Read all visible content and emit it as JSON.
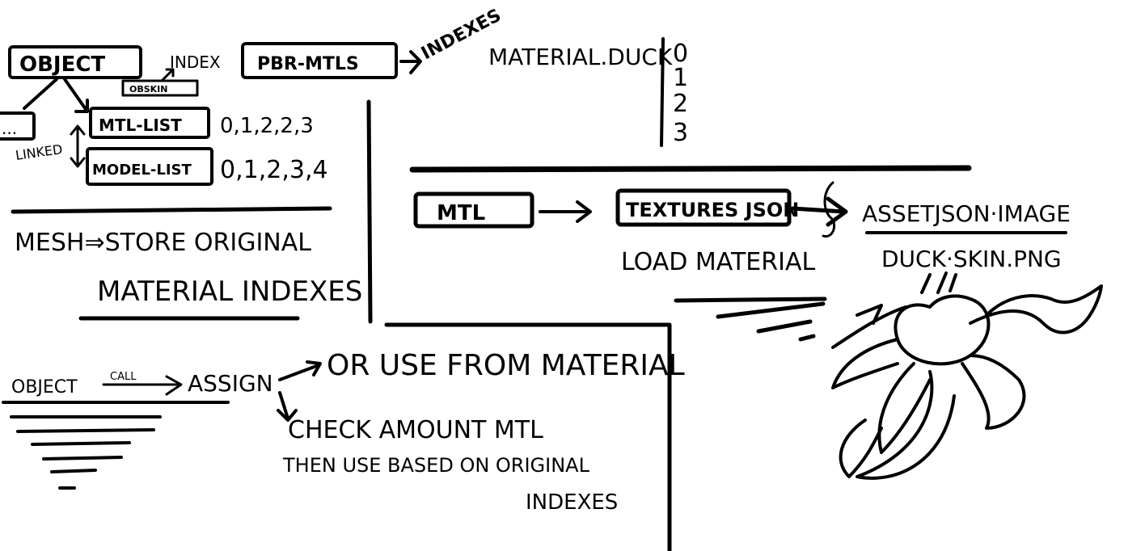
{
  "boxes": {
    "object": "OBJECT",
    "pbr_mtls": "PBR-MTLS",
    "mtl_list": "MTL-LIST",
    "model_list": "MODEL-LIST",
    "obskin": "OBSKIN",
    "dots": "...",
    "mtl": "MTL",
    "textures_json": "TEXTURES JSON"
  },
  "labels": {
    "index": "INDEX",
    "indexes": "INDEXES",
    "material_duck": "MATERIAL.DUCK",
    "linked": "LINKED",
    "mtl_list_values": "0,1,2,2,3",
    "model_list_values": "0,1,2,3,4",
    "mesh_store_line1": "MESH⇒STORE ORIGINAL",
    "mesh_store_line2": "MATERIAL INDEXES",
    "load_material": "LOAD MATERIAL",
    "assets_image": "ASSETJSON·IMAGE",
    "duck_skin": "DUCK·SKIN.PNG",
    "object_call": "OBJECT",
    "call": "CALL",
    "assign": "ASSIGN",
    "or_use": "OR USE FROM MATERIAL",
    "check_amount": "CHECK AMOUNT MTL",
    "then_use": "THEN USE BASED ON ORIGINAL",
    "indexes_bottom": "INDEXES"
  },
  "index_list": [
    "0",
    "1",
    "2",
    "3"
  ]
}
